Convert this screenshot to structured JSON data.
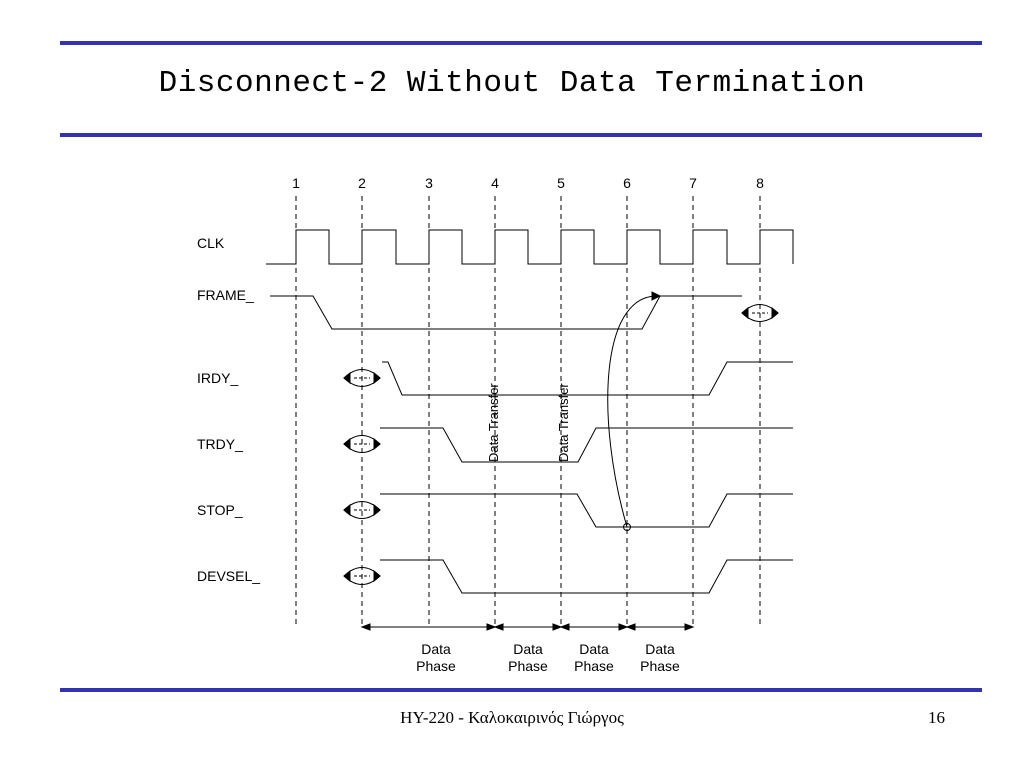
{
  "slide": {
    "title": "Disconnect-2 Without Data Termination",
    "footer": "HY-220 - Καλοκαιρινός Γιώργος",
    "page_number": "16"
  },
  "diagram": {
    "clock_numbers": [
      "1",
      "2",
      "3",
      "4",
      "5",
      "6",
      "7",
      "8"
    ],
    "signals": [
      "CLK",
      "FRAME_",
      "IRDY_",
      "TRDY_",
      "STOP_",
      "DEVSEL_"
    ],
    "annotations": [
      "Data Transfer",
      "Data Transfer"
    ],
    "phase_labels": [
      {
        "line1": "Data",
        "line2": "Phase"
      },
      {
        "line1": "Data",
        "line2": "Phase"
      },
      {
        "line1": "Data",
        "line2": "Phase"
      },
      {
        "line1": "Data",
        "line2": "Phase"
      }
    ]
  },
  "colors": {
    "rule": "#3333b2",
    "ink": "#000000"
  }
}
